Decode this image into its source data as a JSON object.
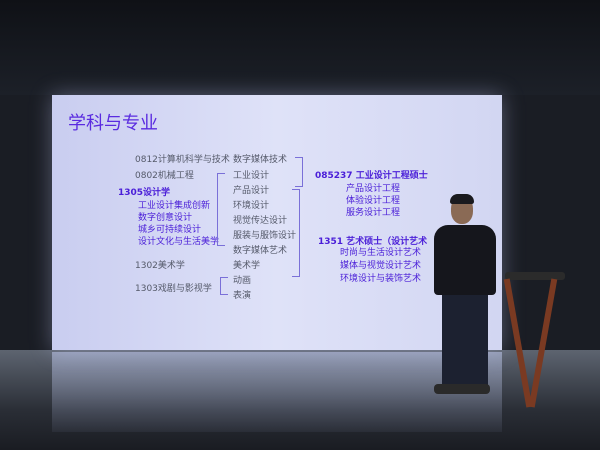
{
  "slide": {
    "title": "学科与专业",
    "left": {
      "items": [
        "0812计算机科学与技术",
        "0802机械工程"
      ],
      "design": {
        "label": "1305设计学",
        "subs": [
          "工业设计集成创新",
          "数字创意设计",
          "城乡可持续设计",
          "设计文化与生活美学"
        ]
      },
      "art": "1302美术学",
      "drama": "1303戏剧与影视学"
    },
    "middle": [
      "数字媒体技术",
      "工业设计",
      "产品设计",
      "环境设计",
      "视觉传达设计",
      "服装与服饰设计",
      "数字媒体艺术",
      "美术学",
      "动画",
      "表演"
    ],
    "right": {
      "eng": {
        "label": "085237 工业设计工程硕士",
        "subs": [
          "产品设计工程",
          "体验设计工程",
          "服务设计工程"
        ]
      },
      "mfa": {
        "label": "1351 艺术硕士（设计艺术",
        "subs": [
          "时尚与生活设计艺术",
          "媒体与视觉设计艺术",
          "环境设计与装饰艺术"
        ]
      }
    }
  },
  "colors": {
    "accent": "#4a1ed8",
    "slide_bg": "#d6d9f4"
  }
}
